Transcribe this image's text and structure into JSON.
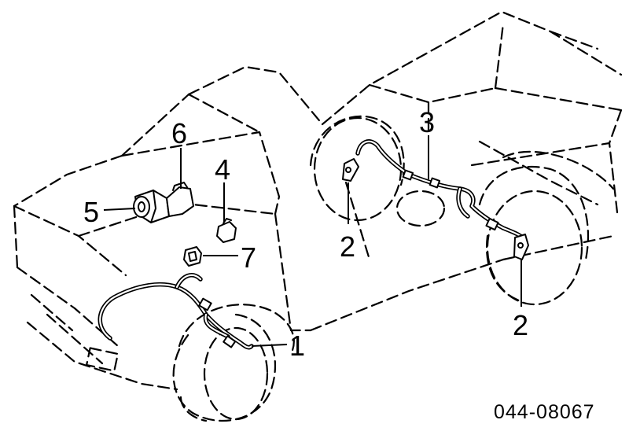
{
  "diagram": {
    "callouts": {
      "c1": "1",
      "c2a": "2",
      "c2b": "2",
      "c3": "3",
      "c4": "4",
      "c5": "5",
      "c6": "6",
      "c7": "7"
    },
    "part_number": "044-08067"
  }
}
